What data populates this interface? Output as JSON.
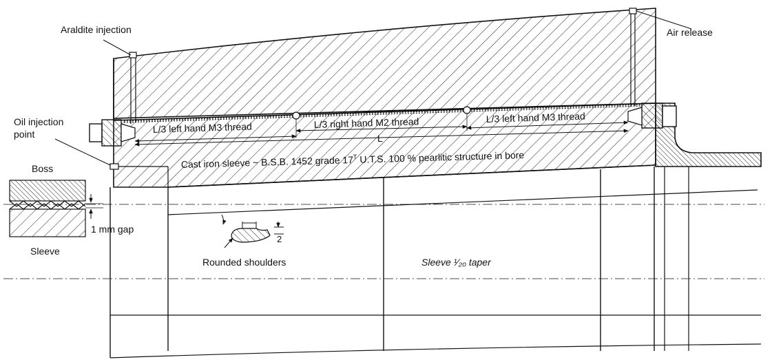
{
  "diagram": {
    "labels": {
      "araldite_injection": "Araldite injection",
      "air_release": "Air release",
      "oil_injection_line1": "Oil injection",
      "oil_injection_line2": "point",
      "boss": "Boss",
      "sleeve": "Sleeve",
      "gap": "1 mm gap",
      "rounded_shoulders": "Rounded shoulders",
      "shoulder_dim": "2",
      "thread_left_1": "L/3 left hand M3 thread",
      "thread_right": "L/3 right hand M2 thread",
      "thread_left_2": "L/3 left hand M3 thread",
      "length": "L",
      "cast_iron_sleeve": "Cast iron sleeve ~ B.S.B. 1452 grade 17",
      "cast_iron_sup": "T",
      "cast_iron_rest": " U.T.S. 100 % pearlitic structure in bore",
      "taper": "Sleeve ¹⁄₂₀ taper"
    },
    "colors": {
      "ink": "#111111",
      "paper": "#ffffff"
    }
  }
}
